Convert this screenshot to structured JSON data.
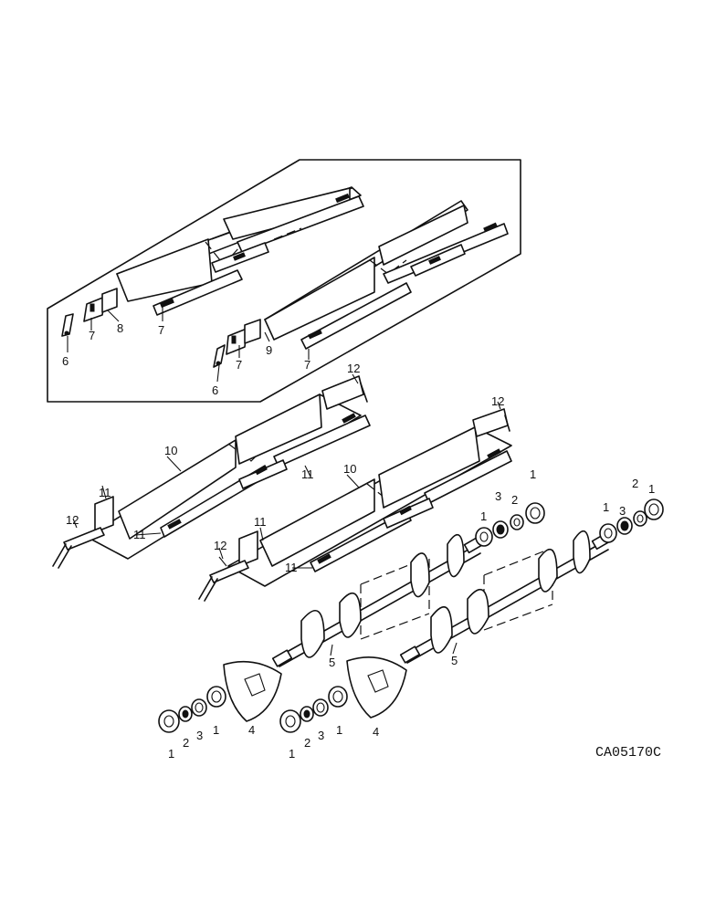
{
  "diagram": {
    "drawing_code": "CA05170C",
    "callouts": {
      "c1": "1",
      "c2": "2",
      "c3": "3",
      "c4": "4",
      "c5": "5",
      "c6": "6",
      "c7": "7",
      "c8": "8",
      "c9": "9",
      "c10": "10",
      "c11": "11",
      "c12": "12"
    }
  }
}
